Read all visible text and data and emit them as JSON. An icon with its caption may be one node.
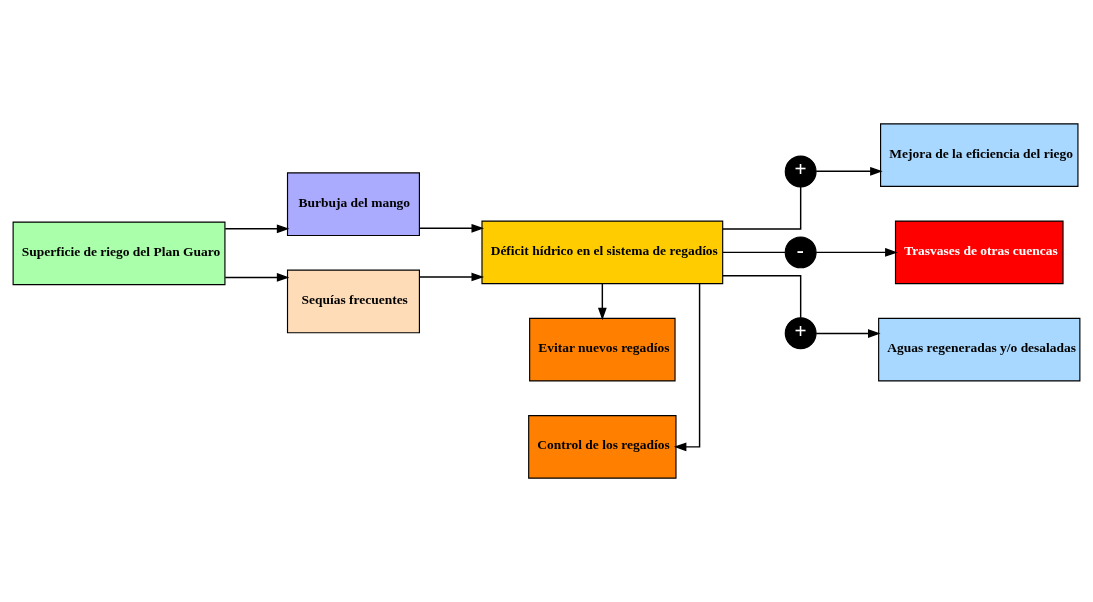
{
  "diagram": {
    "nodes": [
      {
        "text": [
          "Superficie de riego del Plan Guaro"
        ]
      },
      {
        "text": [
          "Burbuja del mango"
        ]
      },
      {
        "text": [
          "Sequías frecuentes"
        ]
      },
      {
        "text": [
          "Déficit hídrico en el sistema de regadíos"
        ]
      },
      {
        "text": [
          "Control de los regadíos"
        ]
      },
      {
        "text": [
          "Evitar nuevos regadíos"
        ]
      },
      {
        "text": [
          "Mejora de la eficiencia del riego"
        ]
      },
      {
        "text": [
          "Trasvases de otras cuencas"
        ]
      },
      {
        "text": [
          "Aguas regeneradas y/o desaladas"
        ]
      },
      {
        "text": [
          "+"
        ]
      },
      {
        "text": [
          "-"
        ]
      },
      {
        "text": [
          "+"
        ]
      }
    ],
    "edges": [
      {
        "from": 0,
        "to": 1,
        "arrow": "to"
      },
      {
        "from": 0,
        "to": 2,
        "arrow": "to"
      },
      {
        "from": 1,
        "to": 3,
        "arrow": "to"
      },
      {
        "from": 2,
        "to": 3,
        "arrow": "to"
      },
      {
        "from": 3,
        "to": 4,
        "arrow": "to"
      },
      {
        "from": 3,
        "to": 5,
        "arrow": "to"
      },
      {
        "from": 3,
        "to": 9,
        "arrow": "none"
      },
      {
        "from": 9,
        "to": 6,
        "arrow": "to"
      },
      {
        "from": 3,
        "to": 10,
        "arrow": "none"
      },
      {
        "from": 10,
        "to": 7,
        "arrow": "to"
      },
      {
        "from": 3,
        "to": 11,
        "arrow": "none"
      },
      {
        "from": 11,
        "to": 8,
        "arrow": "to"
      }
    ]
  }
}
